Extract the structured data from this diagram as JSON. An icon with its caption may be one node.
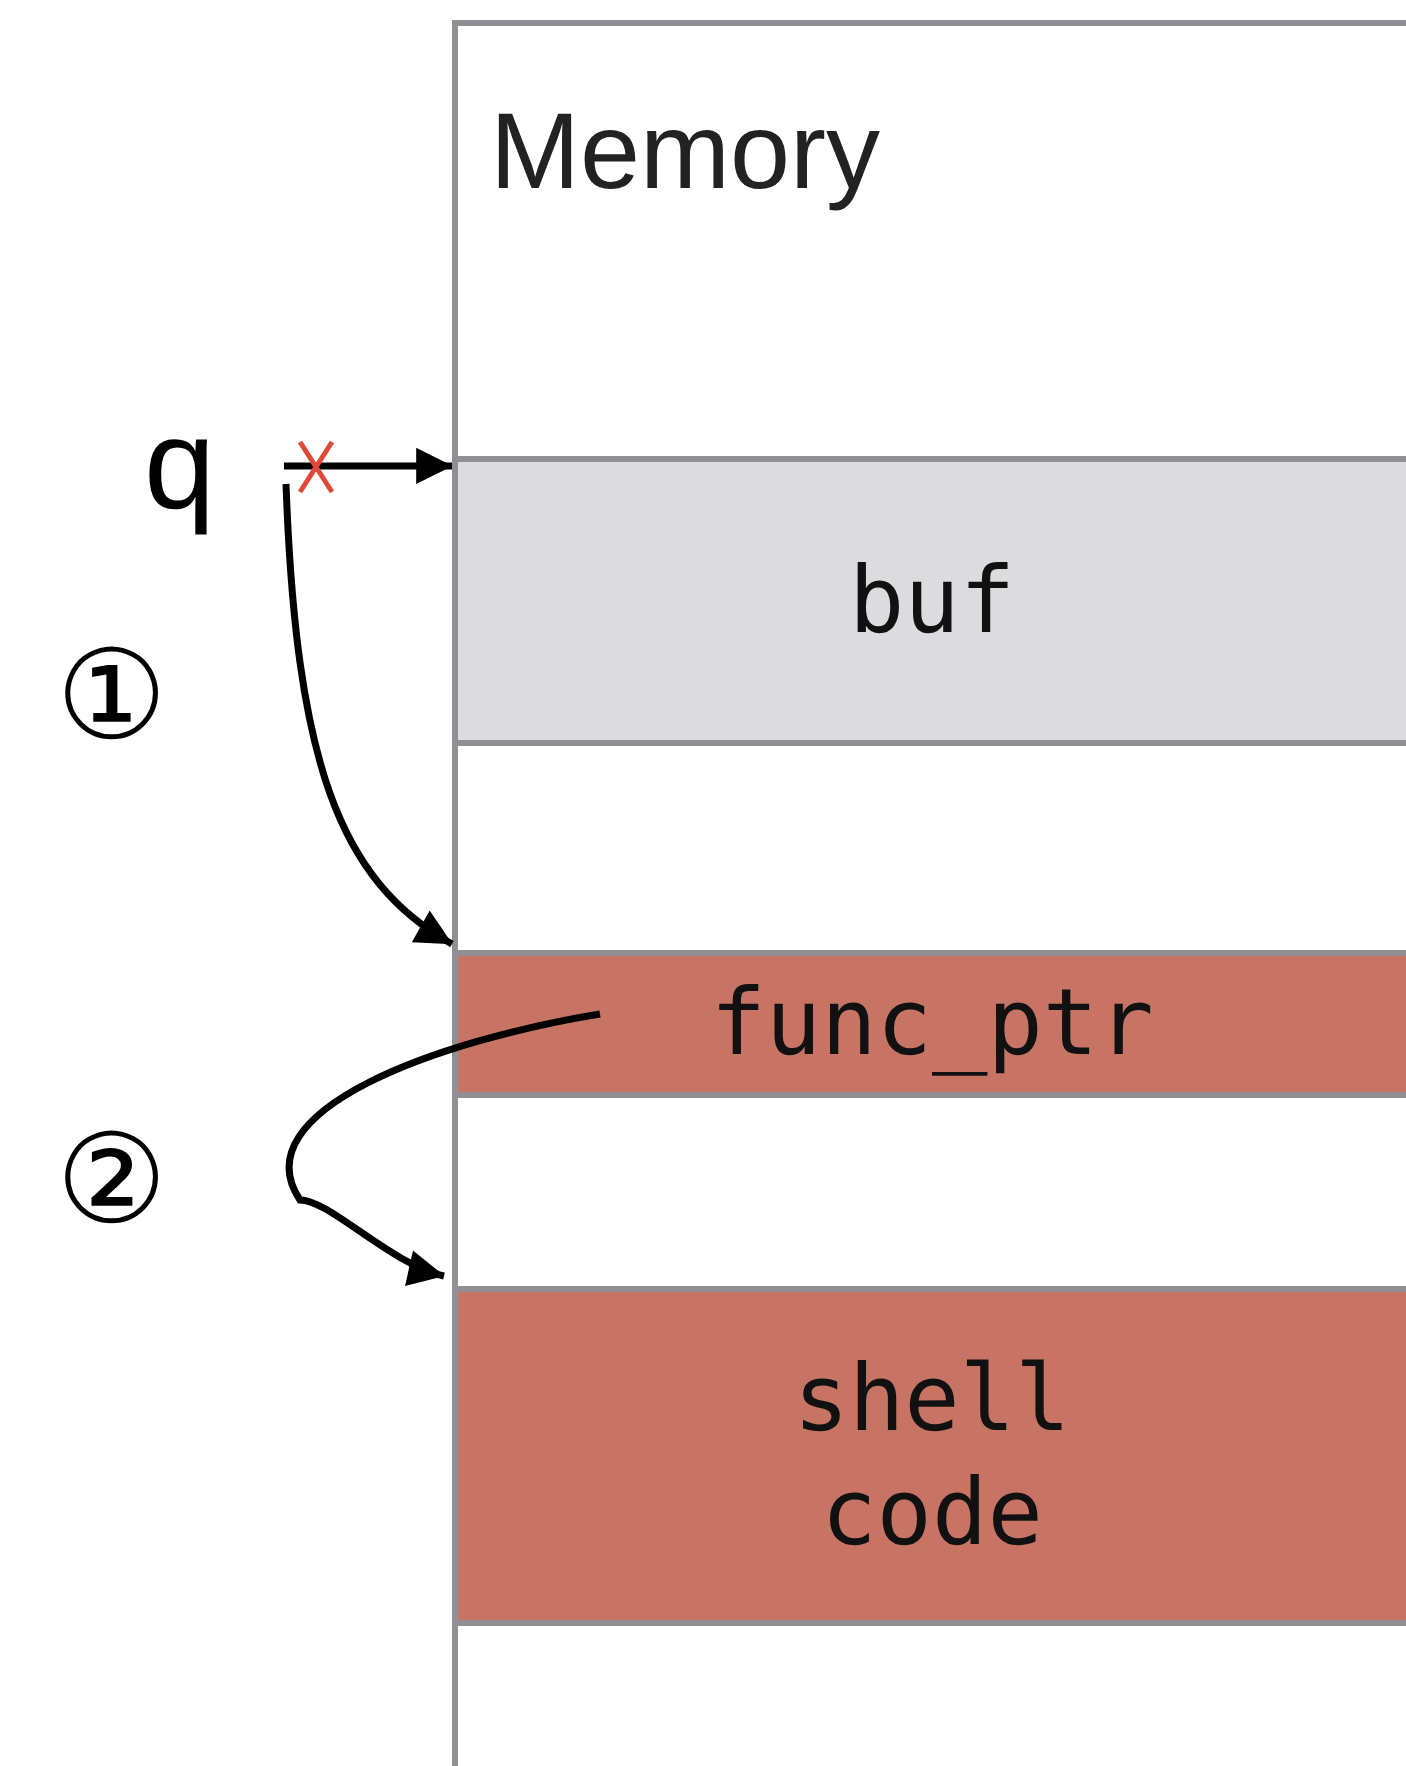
{
  "diagram": {
    "nodes": [
      {
        "text": [
          "Memory"
        ]
      },
      {
        "text": [
          "buf"
        ],
        "in": 0
      },
      {
        "text": [
          "func_ptr"
        ],
        "in": 0
      },
      {
        "text": [
          "shell code"
        ],
        "in": 0
      },
      {
        "text": [
          "q"
        ]
      }
    ],
    "edges": [
      {
        "from": 4,
        "to": 1,
        "arrow": "to"
      },
      {
        "from": 4,
        "to": 2,
        "arrow": "to"
      },
      {
        "from": 2,
        "to": 3,
        "arrow": "to"
      }
    ],
    "labels": [
      "①",
      "②"
    ]
  }
}
